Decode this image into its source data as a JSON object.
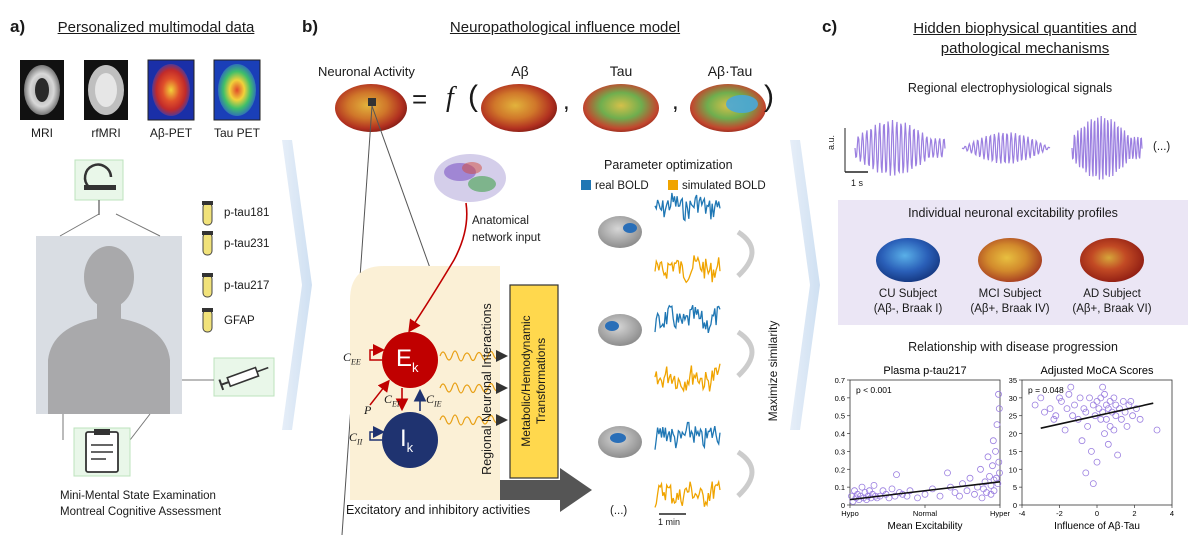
{
  "panel_a": {
    "letter": "a)",
    "title": "Personalized multimodal data",
    "scans": [
      "MRI",
      "rfMRI",
      "Aβ-PET",
      "Tau PET"
    ],
    "biomarkers": [
      "p-tau181",
      "p-tau231",
      "p-tau217",
      "GFAP"
    ],
    "cognitive_tests": [
      "Mini-Mental State Examination",
      "Montreal Cognitive Assessment"
    ]
  },
  "panel_b": {
    "letter": "b)",
    "title": "Neuropathological influence model",
    "equation": {
      "lhs": "Neuronal Activity",
      "eq": "=",
      "f": "f",
      "lparen": "(",
      "rparen": ")",
      "comma": ",",
      "terms": [
        "Aβ",
        "Tau",
        "Aβ·Tau"
      ]
    },
    "anatomical_input": [
      "Anatomical",
      "network input"
    ],
    "regional_interactions": "Regional Neuronal Interactions",
    "excitatory_node": {
      "letter": "E",
      "sub": "k"
    },
    "inhibitory_node": {
      "letter": "I",
      "sub": "k"
    },
    "coupling": {
      "cee": {
        "c": "C",
        "sub": "EE"
      },
      "cei": {
        "c": "C",
        "sub": "EI"
      },
      "cie": {
        "c": "C",
        "sub": "IE"
      },
      "cii": {
        "c": "C",
        "sub": "II"
      },
      "p": "P"
    },
    "caption": "Excitatory and inhibitory activities",
    "transform_box": [
      "Metabolic/Hemodynamic",
      "Transformations"
    ],
    "optimization": {
      "title": "Parameter optimization",
      "legend_real": "real BOLD",
      "legend_sim": "simulated BOLD",
      "maximize": "Maximize similarity",
      "ellipsis": "(...)",
      "scalebar": "1 min"
    }
  },
  "panel_c": {
    "letter": "c)",
    "title_line1": "Hidden biophysical quantities and",
    "title_line2": "pathological mechanisms",
    "signals_title": "Regional electrophysiological signals",
    "signals_ylabel": "a.u.",
    "signals_scalebar": "1 s",
    "signals_ellipsis": "(...)",
    "excitability_title": "Individual neuronal excitability profiles",
    "subjects": [
      {
        "name": "CU Subject",
        "detail": "(Aβ-, Braak I)"
      },
      {
        "name": "MCI Subject",
        "detail": "(Aβ+, Braak IV)"
      },
      {
        "name": "AD Subject",
        "detail": "(Aβ+, Braak VI)"
      }
    ],
    "relationship_title": "Relationship with disease progression"
  },
  "colors": {
    "real": "#1f77b4",
    "sim": "#f0a400",
    "purple": "#9b7fe0",
    "excitatory": "#c00000",
    "inhibitory": "#1f3370",
    "beige": "#fbf0d6",
    "lavender": "#ebe6f5",
    "silhouette": "#a9a9ab",
    "bg_silhouette": "#d9dde3",
    "yellow_box": "#ffd84d"
  },
  "chart_data": [
    {
      "type": "scatter",
      "title": "Plasma p-tau217",
      "annotation": "p < 0.001",
      "xlabel": "Mean Excitability",
      "ylabel": "",
      "xticks": [
        "Hypo",
        "Normal",
        "Hyper"
      ],
      "xlim": [
        0,
        10
      ],
      "ylim": [
        0,
        0.7
      ],
      "yticks": [
        "0",
        "0.1",
        "0.2",
        "0.3",
        "0.4",
        "0.5",
        "0.6",
        "0.7"
      ],
      "trend": [
        [
          0,
          0.03
        ],
        [
          10,
          0.13
        ]
      ],
      "points": [
        [
          0.1,
          0.05
        ],
        [
          0.2,
          0.02
        ],
        [
          0.3,
          0.08
        ],
        [
          0.4,
          0.04
        ],
        [
          0.5,
          0.06
        ],
        [
          0.6,
          0.03
        ],
        [
          0.7,
          0.05
        ],
        [
          0.8,
          0.1
        ],
        [
          0.9,
          0.04
        ],
        [
          1.0,
          0.07
        ],
        [
          1.1,
          0.03
        ],
        [
          1.2,
          0.05
        ],
        [
          1.3,
          0.08
        ],
        [
          1.4,
          0.04
        ],
        [
          1.5,
          0.06
        ],
        [
          1.6,
          0.11
        ],
        [
          1.7,
          0.05
        ],
        [
          1.8,
          0.04
        ],
        [
          2.0,
          0.05
        ],
        [
          2.2,
          0.08
        ],
        [
          2.4,
          0.06
        ],
        [
          2.6,
          0.04
        ],
        [
          2.8,
          0.09
        ],
        [
          3.0,
          0.05
        ],
        [
          3.1,
          0.17
        ],
        [
          3.3,
          0.07
        ],
        [
          3.5,
          0.06
        ],
        [
          3.8,
          0.05
        ],
        [
          4.0,
          0.08
        ],
        [
          4.5,
          0.04
        ],
        [
          5.0,
          0.06
        ],
        [
          5.5,
          0.09
        ],
        [
          6.0,
          0.05
        ],
        [
          6.5,
          0.18
        ],
        [
          6.7,
          0.1
        ],
        [
          7.0,
          0.07
        ],
        [
          7.3,
          0.05
        ],
        [
          7.5,
          0.12
        ],
        [
          7.8,
          0.08
        ],
        [
          8.0,
          0.15
        ],
        [
          8.3,
          0.06
        ],
        [
          8.5,
          0.1
        ],
        [
          8.7,
          0.2
        ],
        [
          8.9,
          0.09
        ],
        [
          9.0,
          0.13
        ],
        [
          9.1,
          0.07
        ],
        [
          9.2,
          0.27
        ],
        [
          9.3,
          0.16
        ],
        [
          9.4,
          0.11
        ],
        [
          9.5,
          0.22
        ],
        [
          9.55,
          0.36
        ],
        [
          9.6,
          0.08
        ],
        [
          9.7,
          0.3
        ],
        [
          9.75,
          0.15
        ],
        [
          9.8,
          0.45
        ],
        [
          9.85,
          0.12
        ],
        [
          9.9,
          0.62
        ],
        [
          9.92,
          0.24
        ],
        [
          9.95,
          0.54
        ],
        [
          9.97,
          0.18
        ],
        [
          9.6,
          0.14
        ],
        [
          9.4,
          0.06
        ],
        [
          8.8,
          0.04
        ]
      ]
    },
    {
      "type": "scatter",
      "title": "Adjusted MoCA Scores",
      "annotation": "p = 0.048",
      "xlabel": "Influence of Aβ·Tau",
      "ylabel": "",
      "xlim": [
        -4,
        4
      ],
      "ylim": [
        0,
        35
      ],
      "xticks": [
        "-4",
        "-2",
        "0",
        "2",
        "4"
      ],
      "yticks": [
        "0",
        "5",
        "10",
        "15",
        "20",
        "25",
        "30",
        "35"
      ],
      "trend": [
        [
          -3,
          21.5
        ],
        [
          3,
          28.5
        ]
      ],
      "points": [
        [
          -3.3,
          28
        ],
        [
          -3.0,
          30
        ],
        [
          -2.8,
          26
        ],
        [
          -2.5,
          27
        ],
        [
          -2.3,
          24
        ],
        [
          -2.0,
          30
        ],
        [
          -1.9,
          29
        ],
        [
          -1.7,
          21
        ],
        [
          -1.6,
          27
        ],
        [
          -1.5,
          31
        ],
        [
          -1.3,
          25
        ],
        [
          -1.2,
          28
        ],
        [
          -1.0,
          24
        ],
        [
          -0.9,
          30
        ],
        [
          -0.8,
          18
        ],
        [
          -0.7,
          27
        ],
        [
          -0.6,
          26
        ],
        [
          -0.5,
          22
        ],
        [
          -0.4,
          30
        ],
        [
          -0.3,
          15
        ],
        [
          -0.2,
          28
        ],
        [
          -0.1,
          25
        ],
        [
          0.0,
          29
        ],
        [
          0.0,
          12
        ],
        [
          0.1,
          27
        ],
        [
          0.2,
          24
        ],
        [
          0.2,
          30
        ],
        [
          0.3,
          26
        ],
        [
          0.4,
          31
        ],
        [
          0.4,
          20
        ],
        [
          0.5,
          28
        ],
        [
          0.5,
          24
        ],
        [
          0.6,
          27
        ],
        [
          0.7,
          29
        ],
        [
          0.7,
          22
        ],
        [
          0.8,
          26
        ],
        [
          0.9,
          30
        ],
        [
          1.0,
          25
        ],
        [
          1.0,
          28
        ],
        [
          1.1,
          14
        ],
        [
          1.2,
          27
        ],
        [
          1.3,
          24
        ],
        [
          1.4,
          29
        ],
        [
          1.5,
          26
        ],
        [
          1.6,
          22
        ],
        [
          1.7,
          28
        ],
        [
          1.9,
          25
        ],
        [
          2.1,
          27
        ],
        [
          2.3,
          24
        ],
        [
          3.2,
          21
        ],
        [
          -0.6,
          9
        ],
        [
          -1.4,
          33
        ],
        [
          0.3,
          33
        ],
        [
          0.6,
          17
        ],
        [
          -2.2,
          25
        ],
        [
          1.8,
          29
        ],
        [
          -0.2,
          6
        ],
        [
          0.9,
          21
        ]
      ]
    }
  ]
}
